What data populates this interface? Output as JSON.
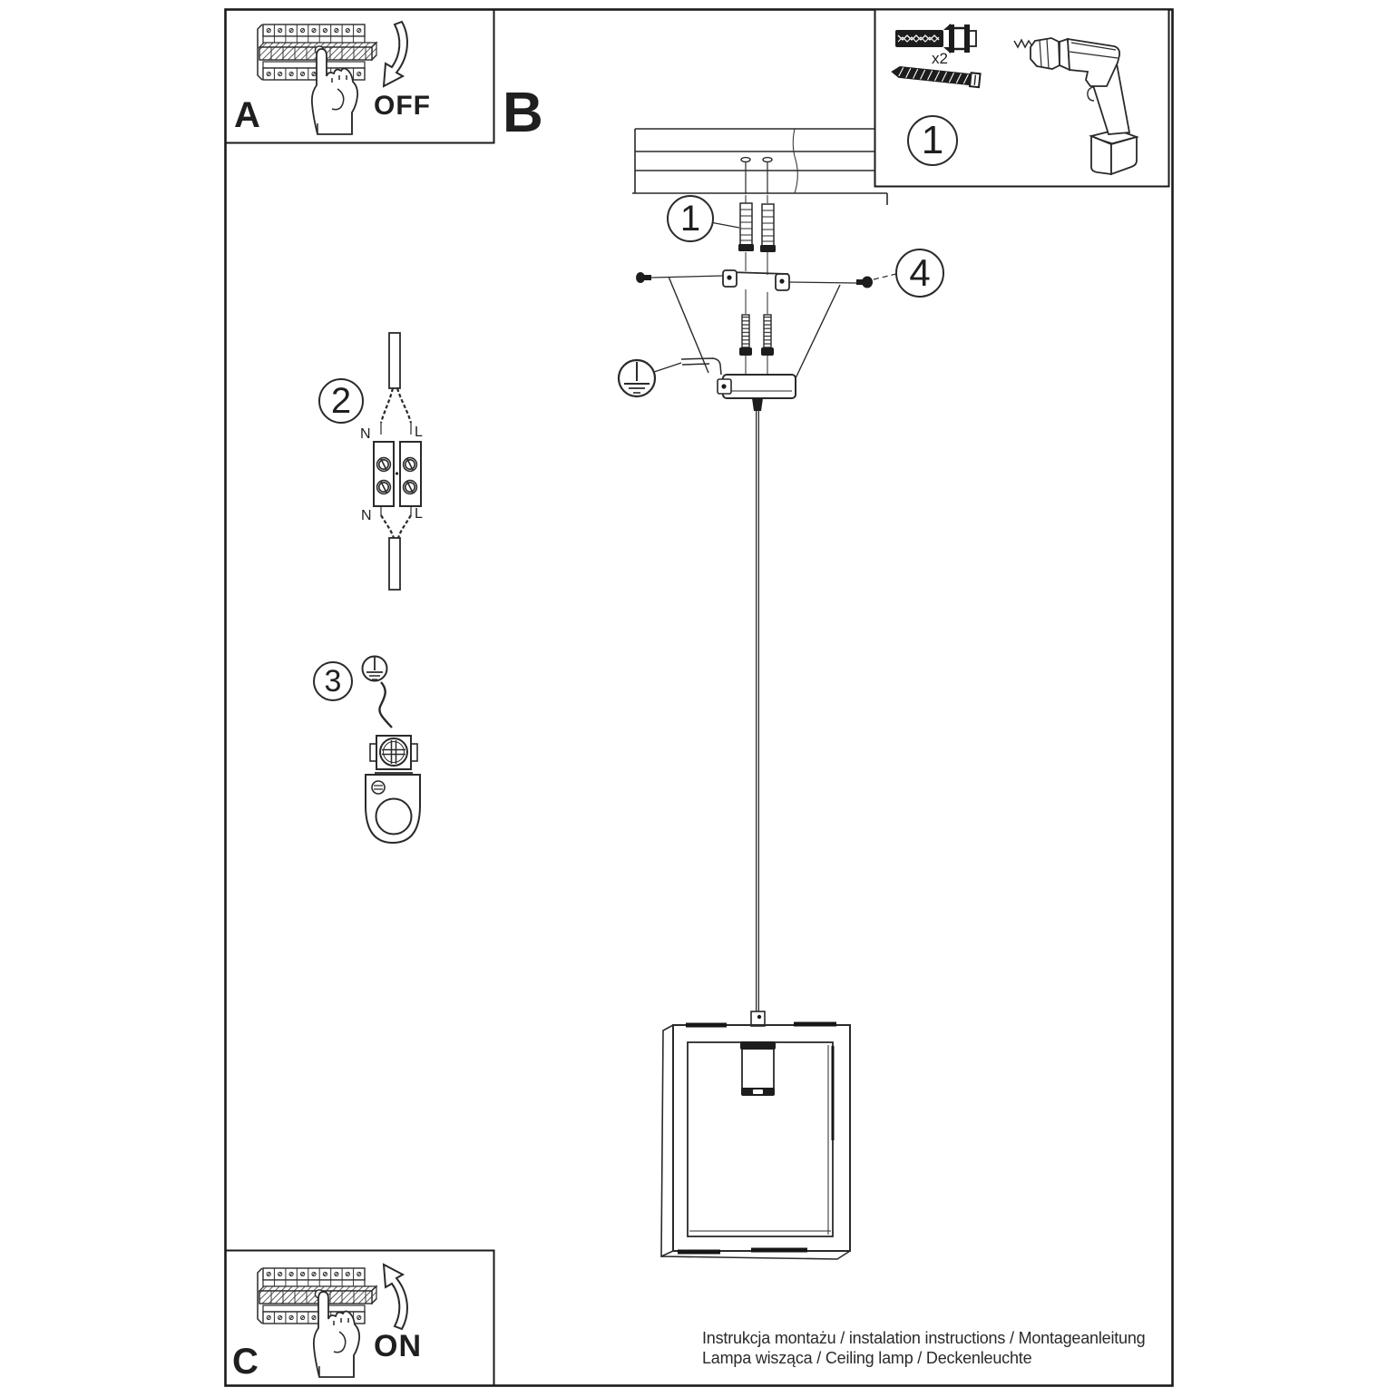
{
  "sections": {
    "a": "A",
    "b": "B",
    "c": "C"
  },
  "power": {
    "off": "OFF",
    "on": "ON"
  },
  "parts_box": {
    "step": "1",
    "anchor_quantity": "x2"
  },
  "callouts": {
    "anchors_step": "1",
    "bracket_screws_step": "4",
    "wiring_step": "2",
    "ground_step": "3"
  },
  "terminal_labels": {
    "n_top": "N",
    "l_top": "L",
    "n_bottom": "N",
    "l_bottom": "L"
  },
  "footer": {
    "line1": "Instrukcja montażu / instalation instructions / Montageanleitung",
    "line2": "Lampa wisząca / Ceiling lamp / Deckenleuchte"
  }
}
